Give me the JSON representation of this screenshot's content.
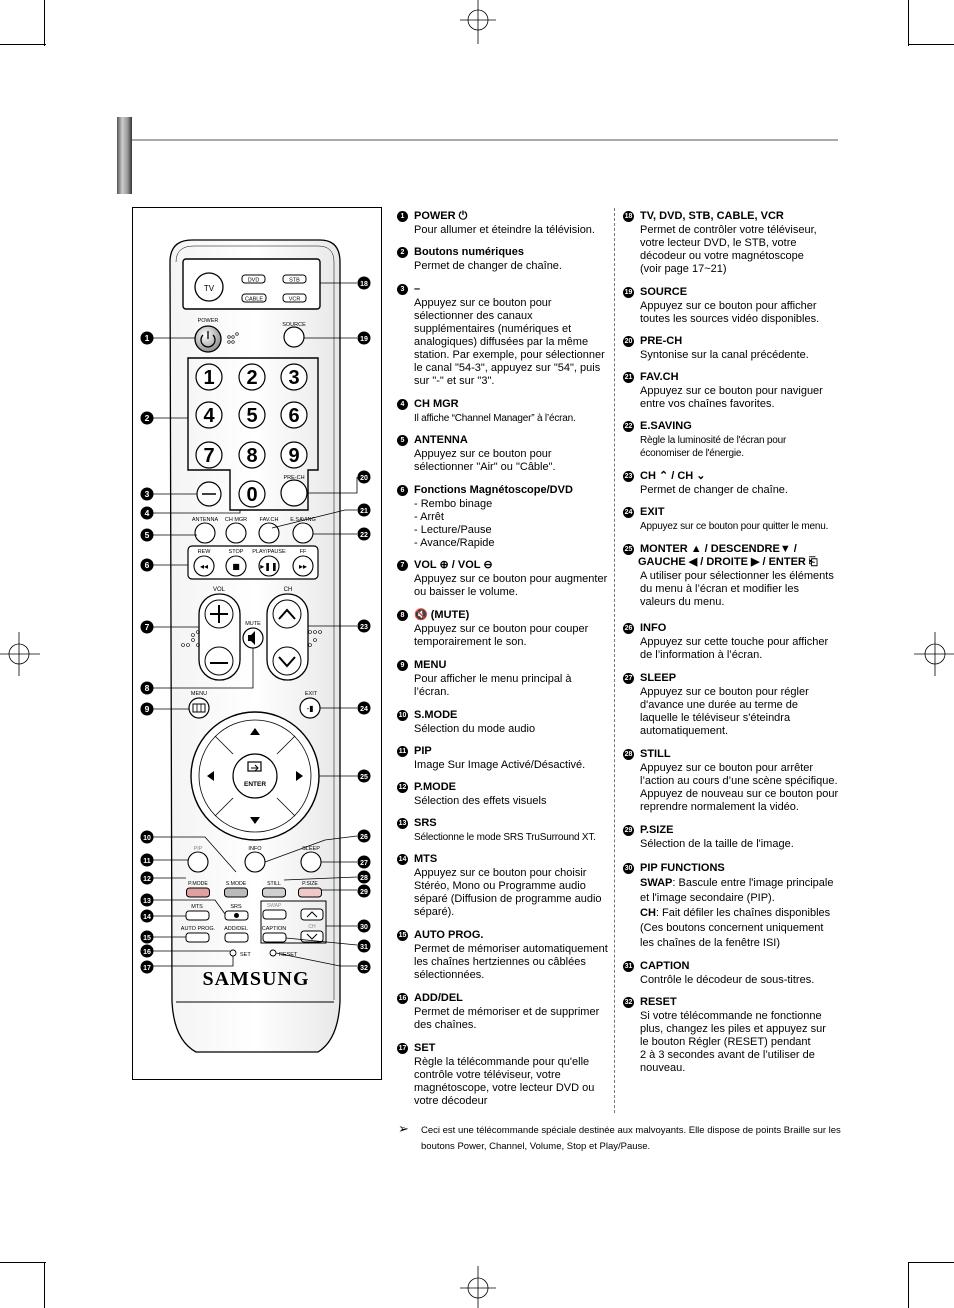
{
  "remote": {
    "brand": "SAMSUNG",
    "mode_buttons": [
      "TV",
      "DVD",
      "STB",
      "CABLE",
      "VCR"
    ],
    "power_label": "POWER",
    "source_label": "SOURCE",
    "digits": [
      "1",
      "2",
      "3",
      "4",
      "5",
      "6",
      "7",
      "8",
      "9",
      "0"
    ],
    "dash": "—",
    "prech_label": "PRE-CH",
    "row_labels": [
      "ANTENNA",
      "CH MGR",
      "FAV.CH",
      "E.SAVING"
    ],
    "transport_labels": [
      "REW",
      "STOP",
      "PLAY/PAUSE",
      "FF"
    ],
    "vol_label": "VOL",
    "ch_label": "CH",
    "mute_label": "MUTE",
    "menu_label": "MENU",
    "exit_label": "EXIT",
    "enter_label": "ENTER",
    "info_label": "INFO",
    "pip_label": "PIP",
    "sleep_label": "SLEEP",
    "bottom_row1": [
      "P.MODE",
      "S.MODE",
      "STILL",
      "P.SIZE"
    ],
    "mts_label": "MTS",
    "srs_label": "SRS",
    "swap_label": "SWAP",
    "autoprog_label": "AUTO PROG.",
    "adddel_label": "ADD/DEL",
    "caption_label": "CAPTION",
    "small_ch_label": "CH",
    "set_label": "SET",
    "reset_label": "RESET"
  },
  "callout_numbers": [
    "18",
    "19",
    "20",
    "21",
    "22",
    "23",
    "24",
    "25",
    "26",
    "27",
    "28",
    "29",
    "30",
    "31",
    "32",
    "1",
    "2",
    "3",
    "4",
    "5",
    "6",
    "7",
    "8",
    "9",
    "10",
    "11",
    "12",
    "13",
    "14",
    "15",
    "16",
    "17"
  ],
  "left_items": [
    {
      "num": "1",
      "title": "POWER ⏻",
      "body": "Pour allumer et éteindre la télévision."
    },
    {
      "num": "2",
      "title": "Boutons numériques",
      "body": "Permet de changer de chaîne."
    },
    {
      "num": "3",
      "title": "–",
      "body": "Appuyez sur ce bouton pour\nsélectionner des canaux\nsupplémentaires (numériques et\nanalogiques) diffusées par la même\nstation. Par exemple, pour sélectionner\nle canal \"54-3\", appuyez sur \"54\", puis\nsur \"-\" et sur \"3\"."
    },
    {
      "num": "4",
      "title": "CH MGR",
      "body": "Il affiche “Channel Manager” à l’écran."
    },
    {
      "num": "5",
      "title": "ANTENNA",
      "body": "Appuyez sur ce bouton pour\nsélectionner \"Air\" ou \"Câble\"."
    },
    {
      "num": "6",
      "title": "Fonctions Magnétoscope/DVD",
      "body": "- Rembo binage\n- Arrêt\n- Lecture/Pause\n- Avance/Rapide"
    },
    {
      "num": "7",
      "title": "VOL ⊕ / VOL ⊖",
      "body": "Appuyez sur ce bouton pour augmenter\nou baisser le volume."
    },
    {
      "num": "8",
      "title": "🔇 (MUTE)",
      "body": "Appuyez sur ce bouton pour couper\ntemporairement le son."
    },
    {
      "num": "9",
      "title": "MENU",
      "body": "Pour afficher le menu principal à\nl’écran."
    },
    {
      "num": "10",
      "title": "S.MODE",
      "body": "Sélection du mode audio"
    },
    {
      "num": "11",
      "title": "PIP",
      "body": "Image Sur Image Activé/Désactivé."
    },
    {
      "num": "12",
      "title": "P.MODE",
      "body": "Sélection des effets visuels"
    },
    {
      "num": "13",
      "title": "SRS",
      "body": "Sélectionne le mode SRS TruSurround XT."
    },
    {
      "num": "14",
      "title": "MTS",
      "body": "Appuyez sur ce bouton pour choisir\nStéréo, Mono ou Programme audio\nséparé (Diffusion de programme audio\nséparé)."
    },
    {
      "num": "15",
      "title": "AUTO PROG.",
      "body": "Permet de mémoriser automatiquement\nles chaînes hertziennes ou câblées\nsélectionnées."
    },
    {
      "num": "16",
      "title": "ADD/DEL",
      "body": "Permet de mémoriser et de supprimer\ndes chaînes."
    },
    {
      "num": "17",
      "title": "SET",
      "body": "Règle la télécommande pour qu'elle\ncontrôle votre téléviseur, votre\nmagnétoscope, votre lecteur DVD ou\nvotre décodeur"
    }
  ],
  "right_items": [
    {
      "num": "18",
      "title": "TV, DVD, STB, CABLE, VCR",
      "body": "Permet de contrôler votre téléviseur,\nvotre lecteur DVD, le STB, votre\ndécodeur ou votre magnétoscope\n(voir page 17~21)"
    },
    {
      "num": "19",
      "title": "SOURCE",
      "body": "Appuyez sur ce bouton pour afficher\ntoutes les sources vidéo disponibles."
    },
    {
      "num": "20",
      "title": "PRE-CH",
      "body": "Syntonise sur la canal précédente."
    },
    {
      "num": "21",
      "title": "FAV.CH",
      "body": "Appuyez sur ce bouton pour naviguer\nentre vos chaînes favorites."
    },
    {
      "num": "22",
      "title": "E.SAVING",
      "body": "Règle la luminosité de l'écran pour\néconomiser de l'énergie."
    },
    {
      "num": "23",
      "title": "CH ⌃ / CH ⌄",
      "body": "Permet de changer de chaîne."
    },
    {
      "num": "24",
      "title": "EXIT",
      "body": "Appuyez sur ce bouton pour quitter le menu."
    },
    {
      "num": "25",
      "title": "MONTER ▲ / DESCENDRE▼ /",
      "title2": "GAUCHE ◀ / DROITE ▶ / ENTER ⎗",
      "body": "A utiliser pour sélectionner les éléments\ndu menu à l’écran et modifier les\nvaleurs du menu."
    },
    {
      "num": "26",
      "title": "INFO",
      "body": "Appuyez sur cette touche pour afficher\nde l’information à l’écran."
    },
    {
      "num": "27",
      "title": "SLEEP",
      "body": "Appuyez sur ce bouton pour régler\nd'avance une durée au terme de\nlaquelle le téléviseur s'éteindra\nautomatiquement."
    },
    {
      "num": "28",
      "title": "STILL",
      "body": "Appuyez sur ce bouton pour arrêter\nl’action au cours d’une scène spécifique.\nAppuyez de nouveau sur ce bouton pour\nreprendre normalement la vidéo."
    },
    {
      "num": "29",
      "title": "P.SIZE",
      "body": "Sélection de la taille de l'image."
    },
    {
      "num": "30",
      "title": "PIP FUNCTIONS",
      "swap_term": "SWAP",
      "swap_text": ": Bascule entre l'image principale\net l'image secondaire (PIP).",
      "ch_term": "CH",
      "ch_text": ": Fait défiler les chaînes disponibles\n(Ces boutons concernent uniquement\nles chaînes de la fenêtre ISI)"
    },
    {
      "num": "31",
      "title": "CAPTION",
      "body": "Contrôle le décodeur de sous-titres."
    },
    {
      "num": "32",
      "title": "RESET",
      "body": "Si votre télécommande ne fonctionne\nplus, changez les piles et appuyez sur\nle bouton Régler (RESET) pendant\n2 à 3 secondes avant de l’utiliser de\nnouveau."
    }
  ],
  "note": {
    "arrow": "➢",
    "text": "Ceci est une télécommande spéciale destinée aux malvoyants. Elle dispose de points Braille sur les boutons Power, Channel, Volume, Stop et Play/Pause."
  }
}
